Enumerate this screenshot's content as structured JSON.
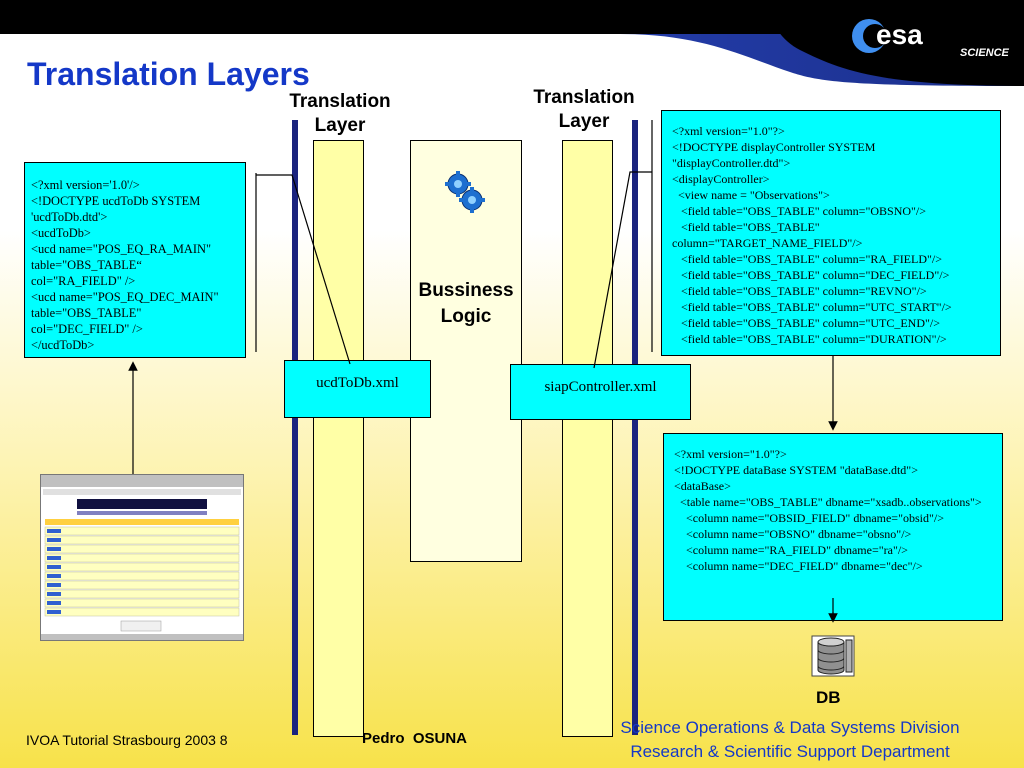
{
  "title": "Translation Layers",
  "left_layer_title": "Translation\nLayer",
  "right_layer_title": "Translation\nLayer",
  "business_logic": "Bussiness\nLogic",
  "ucd_xml": "<?xml version='1.0'/>\n<!DOCTYPE ucdToDb SYSTEM\n'ucdToDb.dtd'>\n<ucdToDb>\n<ucd name=\"POS_EQ_RA_MAIN\"\ntable=\"OBS_TABLE“\ncol=\"RA_FIELD\" />\n<ucd name=\"POS_EQ_DEC_MAIN\"\ntable=\"OBS_TABLE\"\ncol=\"DEC_FIELD\" />\n</ucdToDb>",
  "display_xml": "<?xml version=\"1.0\"?>\n<!DOCTYPE displayController SYSTEM\n\"displayController.dtd\">\n<displayController>\n  <view name = \"Observations\">\n   <field table=\"OBS_TABLE\" column=\"OBSNO\"/>\n   <field table=\"OBS_TABLE\"\ncolumn=\"TARGET_NAME_FIELD\"/>\n   <field table=\"OBS_TABLE\" column=\"RA_FIELD\"/>\n   <field table=\"OBS_TABLE\" column=\"DEC_FIELD\"/>\n   <field table=\"OBS_TABLE\" column=\"REVNO\"/>\n   <field table=\"OBS_TABLE\" column=\"UTC_START\"/>\n   <field table=\"OBS_TABLE\" column=\"UTC_END\"/>\n   <field table=\"OBS_TABLE\" column=\"DURATION\"/>",
  "database_xml": "<?xml version=\"1.0\"?>\n<!DOCTYPE dataBase SYSTEM \"dataBase.dtd\">\n<dataBase>\n  <table name=\"OBS_TABLE\" dbname=\"xsadb..observations\">\n    <column name=\"OBSID_FIELD\" dbname=\"obsid\"/>\n    <column name=\"OBSNO\" dbname=\"obsno\"/>\n    <column name=\"RA_FIELD\" dbname=\"ra\"/>\n    <column name=\"DEC_FIELD\" dbname=\"dec\"/>",
  "ucd_file": "ucdToDb.xml",
  "siap_file": "siapController.xml",
  "db_label": "DB",
  "logo": {
    "text": "esa",
    "sub": "SCIENCE"
  },
  "footer": {
    "left": "IVOA Tutorial Strasbourg 2003 8",
    "center": "Pedro  OSUNA",
    "right_line1": "Science Operations & Data Systems Division",
    "right_line2": "Research & Scientific Support Department"
  },
  "colors": {
    "title": "#1438c8",
    "box": "#00ffff",
    "layer": "#ffffa6",
    "bar": "#1a237e"
  }
}
